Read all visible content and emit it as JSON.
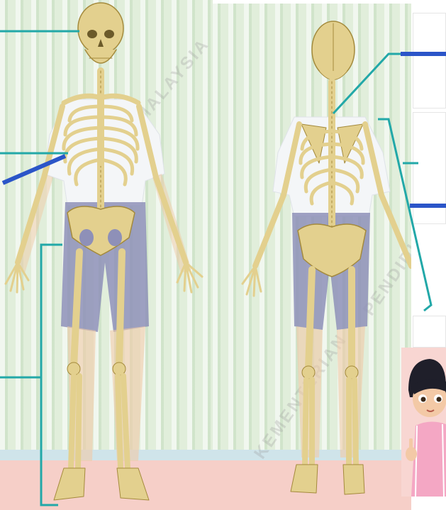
{
  "watermarks": {
    "front": "MALAYSIA",
    "back_upper": "PENDIDIKAN",
    "back_lower": "KEMENTERIAN"
  },
  "colors": {
    "bone": "#e3d08e",
    "bone_stroke": "#a48a3c",
    "leader_line": "#22a8a8",
    "label_bar": "#2b55c8",
    "shorts": "#8e90b8",
    "shirt": "#f4f6f8",
    "skin": "#f0c9a6"
  },
  "icons": [
    "front-skeleton-illustration",
    "back-skeleton-illustration",
    "cartoon-boy-icon"
  ]
}
